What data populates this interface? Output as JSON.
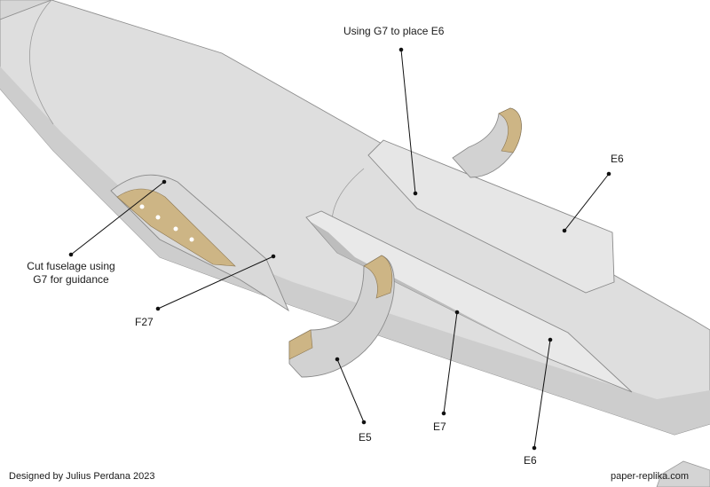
{
  "labels": {
    "g7_e6": "Using G7 to place E6",
    "e6_top": "E6",
    "cut_line1": "Cut fuselage using",
    "cut_line2": "G7 for guidance",
    "f27": "F27",
    "e5": "E5",
    "e7": "E7",
    "e6_bottom": "E6"
  },
  "footer": {
    "credit": "Designed by Julius Perdana 2023",
    "site": "paper-replika.com"
  },
  "colors": {
    "fuselage": "#dcdcdc",
    "fuselage_shadow": "#c4c4c4",
    "panel": "#e4e4e4",
    "edge": "#8a8a8a",
    "cardboard": "#cfb98a",
    "leader": "#111111"
  }
}
